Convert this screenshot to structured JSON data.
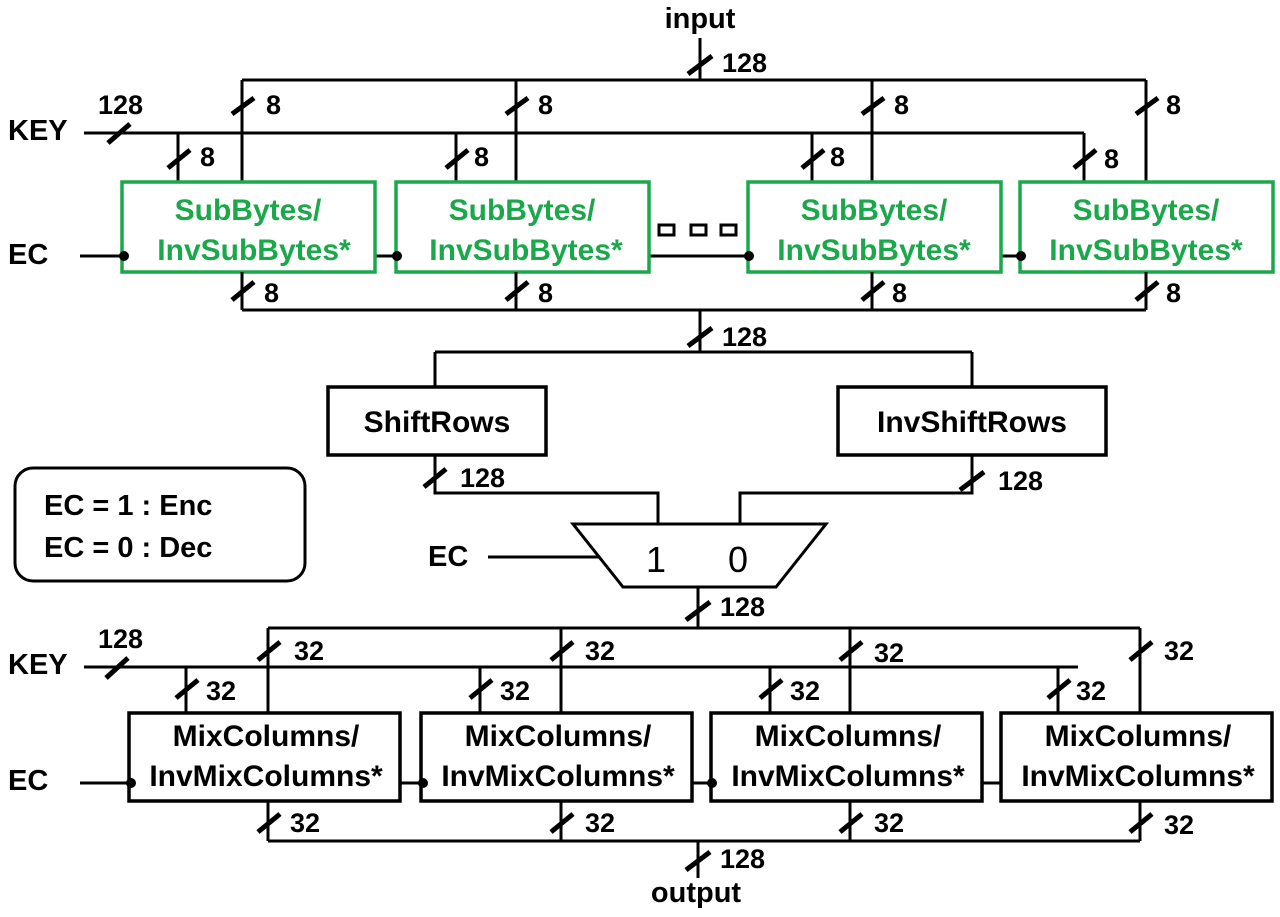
{
  "labels": {
    "input": "input",
    "output": "output",
    "key": "KEY",
    "ec": "EC"
  },
  "widths": {
    "w128": "128",
    "w8": "8",
    "w32": "32"
  },
  "subbytes": {
    "line1": "SubBytes/",
    "line2": "InvSubBytes*"
  },
  "mixcolumns": {
    "line1": "MixColumns/",
    "line2": "InvMixColumns*"
  },
  "shiftrows": "ShiftRows",
  "invshiftrows": "InvShiftRows",
  "mux": {
    "in1": "1",
    "in0": "0"
  },
  "legend": {
    "line1": "EC = 1 : Enc",
    "line2": "EC = 0 : Dec"
  },
  "colors": {
    "sbox_green": "#1aa84a",
    "line_black": "#000000"
  }
}
